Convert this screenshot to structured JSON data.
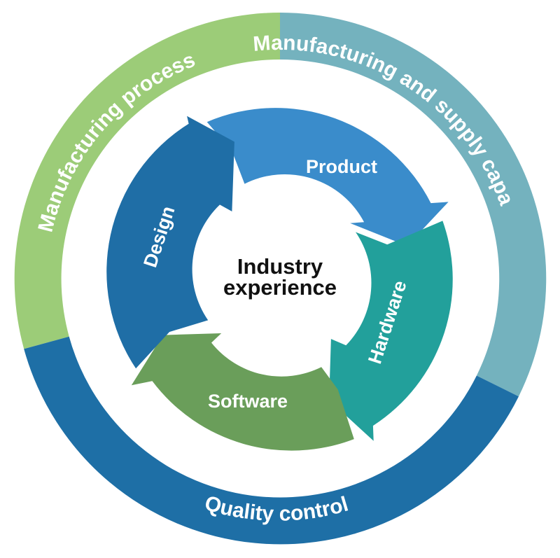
{
  "center": {
    "line1": "Industry",
    "line2": "experience"
  },
  "inner_cycle": [
    {
      "label": "Product",
      "color": "#3a8ccb"
    },
    {
      "label": "Hardware",
      "color": "#22a09b"
    },
    {
      "label": "Software",
      "color": "#6a9e5a"
    },
    {
      "label": "Design",
      "color": "#1f6ea6"
    }
  ],
  "outer_ring": [
    {
      "label": "Manufacturing process",
      "color": "#9ccc78"
    },
    {
      "label": "Manufacturing and supply capacity",
      "color": "#74b2be"
    },
    {
      "label": "Quality control",
      "color": "#1e6fa6"
    }
  ]
}
